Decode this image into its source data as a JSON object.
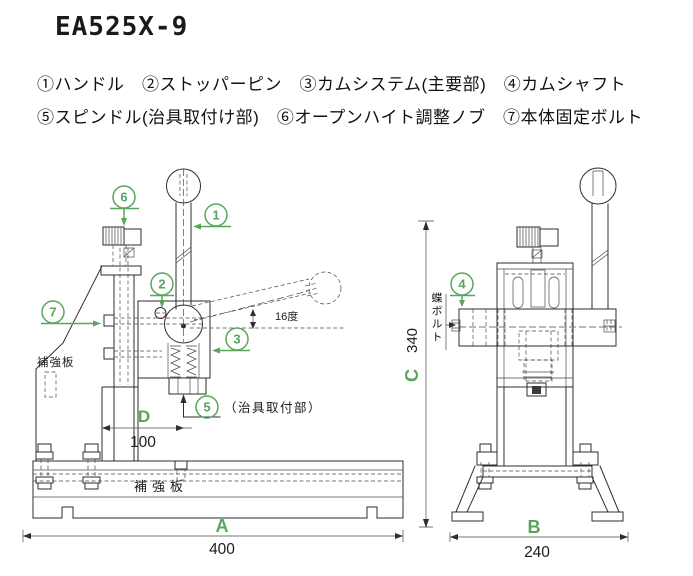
{
  "title": "EA525X-9",
  "legend": {
    "line1": "①ハンドル　②ストッパーピン　③カムシステム(主要部)　④カムシャフト",
    "line2": "⑤スピンドル(治具取付け部)　⑥オープンハイト調整ノブ　⑦本体固定ボルト"
  },
  "colors": {
    "accent_green": "#58a55c",
    "line_color": "#2e2e2e",
    "background": "#ffffff"
  },
  "front_view": {
    "callouts": {
      "handle": "1",
      "stopper_pin": "2",
      "cam_system": "3",
      "spindle": "5",
      "open_height_knob": "6",
      "body_fixing_bolt": "7"
    },
    "labels": {
      "upper_plate": "補強板",
      "base_plate": "補強板",
      "angle": "16度",
      "spindle_note": "（治具取付部）"
    },
    "dims": {
      "a_letter": "A",
      "a_value": "400",
      "d_letter": "D",
      "d_value": "100"
    }
  },
  "side_view": {
    "callouts": {
      "cam_shaft": "4"
    },
    "labels": {
      "wing_bolt": "蝶ボルト"
    },
    "dims": {
      "b_letter": "B",
      "b_value": "240",
      "c_letter": "C",
      "c_value": "340"
    }
  }
}
